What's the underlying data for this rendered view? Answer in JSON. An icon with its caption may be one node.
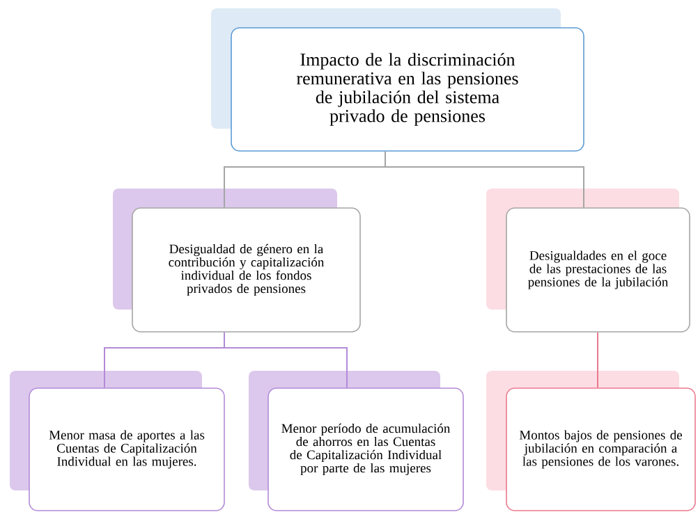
{
  "diagram": {
    "nodes": [
      {
        "text": [
          "Impacto de la discriminación remunerativa en las pensiones de jubilación del sistema privado de pensiones"
        ]
      },
      {
        "text": [
          "Desigualdad de género en la contribución y capitalización individual de los fondos privados de pensiones"
        ]
      },
      {
        "text": [
          "Desigualdades en el goce de las prestaciones de las pensiones de la jubilación"
        ]
      },
      {
        "text": [
          "Menor masa de aportes a las Cuentas de Capitalización Individual en las mujeres."
        ]
      },
      {
        "text": [
          "Menor período de acumulación de ahorros en las Cuentas de Capitalización Individual por parte de las mujeres"
        ]
      },
      {
        "text": [
          "Montos bajos de pensiones de jubilación en comparación a las pensiones de los varones."
        ]
      }
    ],
    "edges": [
      {
        "from": 0,
        "to": 1,
        "arrow": "none",
        "color": "#a5a5a5"
      },
      {
        "from": 0,
        "to": 2,
        "arrow": "none",
        "color": "#a5a5a5"
      },
      {
        "from": 1,
        "to": 3,
        "arrow": "none",
        "color": "#b38ad8"
      },
      {
        "from": 1,
        "to": 4,
        "arrow": "none",
        "color": "#b38ad8"
      },
      {
        "from": 2,
        "to": 5,
        "arrow": "none",
        "color": "#ea7a8e"
      }
    ]
  }
}
